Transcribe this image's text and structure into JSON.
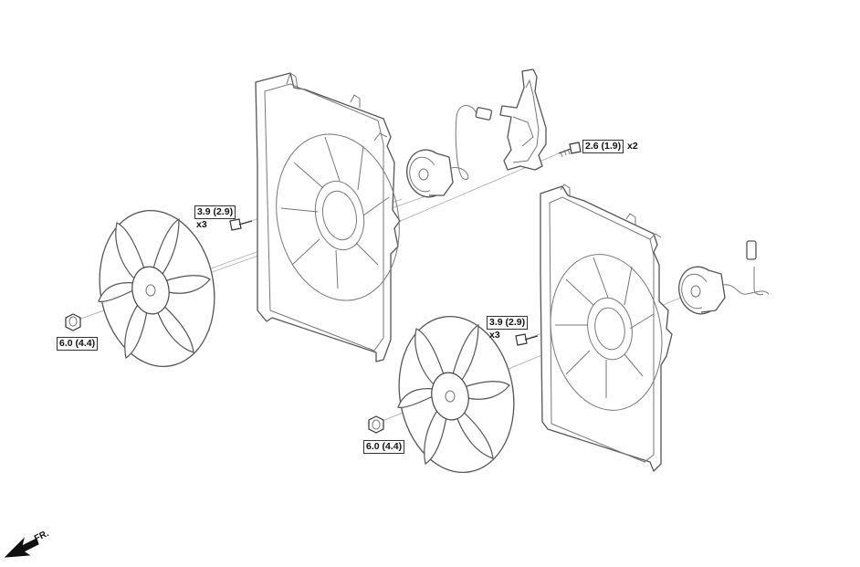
{
  "callouts": {
    "bolt_upper_right": {
      "torque": "2.6 (1.9)",
      "qty": "x2"
    },
    "bolt_left_shroud": {
      "torque": "3.9 (2.9)",
      "qty": "x3"
    },
    "bolt_right_shroud": {
      "torque": "3.9 (2.9)",
      "qty": "x3"
    },
    "nut_left_fan": {
      "torque": "6.0 (4.4)"
    },
    "nut_right_fan": {
      "torque": "6.0 (4.4)"
    }
  },
  "direction_marker": {
    "label": "FR.",
    "icon": "front-arrow-icon"
  },
  "colors": {
    "line": "#555555",
    "leader": "#b9b9b9",
    "background": "#ffffff"
  }
}
